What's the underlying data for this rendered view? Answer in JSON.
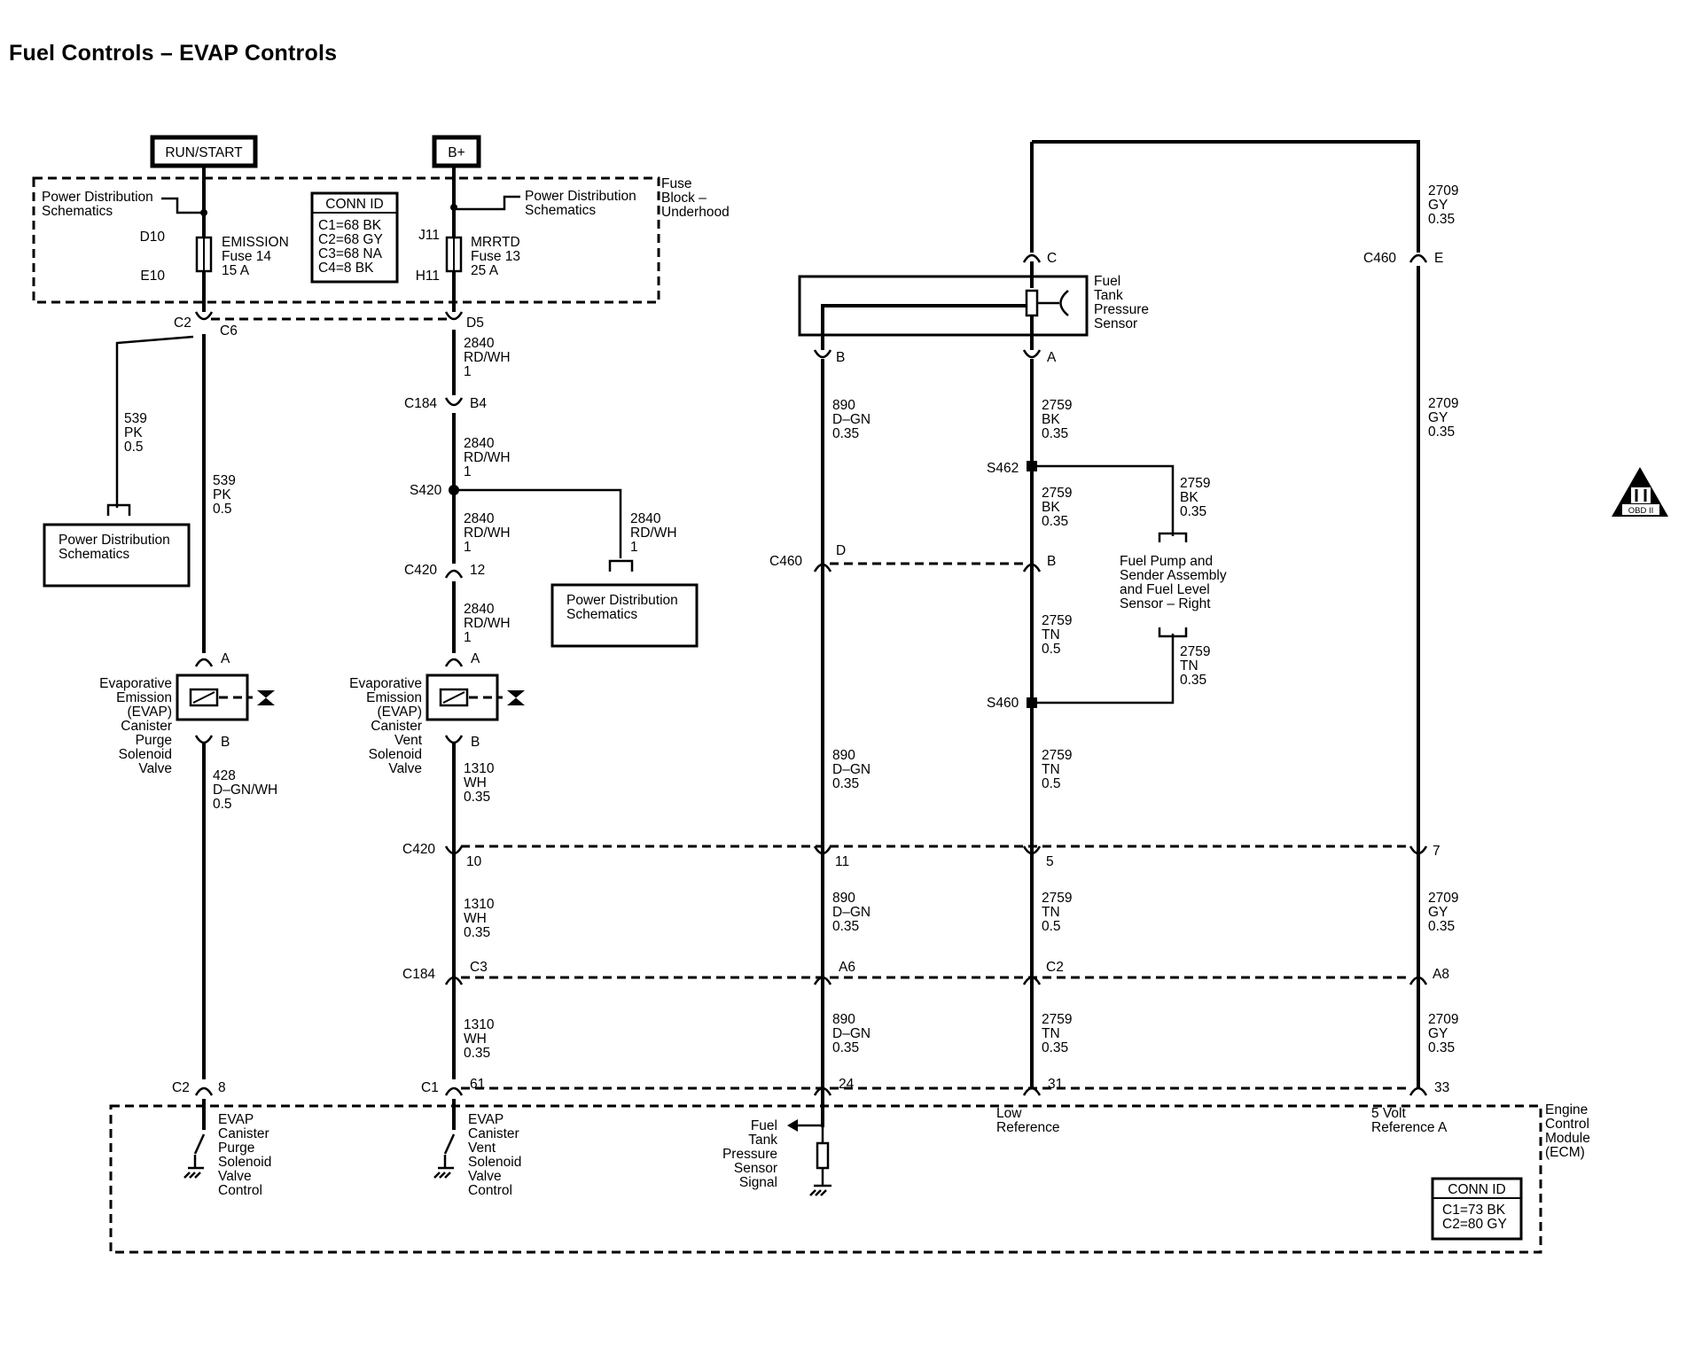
{
  "title": "Fuel Controls – EVAP Controls",
  "power_sources": {
    "run_start": "RUN/START",
    "b_plus": "B+"
  },
  "fuse_block": {
    "label": [
      "Fuse",
      "Block –",
      "Underhood"
    ],
    "pds_left": [
      "Power Distribution",
      "Schematics"
    ],
    "pds_right": [
      "Power Distribution",
      "Schematics"
    ],
    "fuse14": {
      "top_pin": "D10",
      "bottom_pin": "E10",
      "label": [
        "EMISSION",
        "Fuse 14",
        "15 A"
      ]
    },
    "fuse13": {
      "top_pin": "J11",
      "bottom_pin": "H11",
      "label": [
        "MRRTD",
        "Fuse 13",
        "25 A"
      ]
    },
    "conn_id": {
      "title": "CONN ID",
      "lines": [
        "C1=68 BK",
        "C2=68 GY",
        "C3=68 NA",
        "C4=8 BK"
      ]
    }
  },
  "connectors": {
    "c2": "C2",
    "c6": "C6",
    "d5": "D5",
    "c184": "C184",
    "b4": "B4",
    "s420": "S420",
    "c420": "C420",
    "pin12": "12",
    "pin_a": "A",
    "pin_b": "B",
    "pin10": "10",
    "pin11": "11",
    "pin5": "5",
    "pin7": "7",
    "c3": "C3",
    "a6": "A6",
    "c2_pin": "C2",
    "a8": "A8",
    "c1": "C1",
    "pin8": "8",
    "pin61": "61",
    "pin24": "24",
    "pin31": "31",
    "pin33": "33",
    "c460": "C460",
    "pin_c": "C",
    "pin_d": "D",
    "pin_e": "E",
    "s462": "S462",
    "s460": "S460"
  },
  "wires": {
    "w539_a": [
      "539",
      "PK",
      "0.5"
    ],
    "w539_b": [
      "539",
      "PK",
      "0.5"
    ],
    "w2840_a": [
      "2840",
      "RD/WH",
      "1"
    ],
    "w2840_b": [
      "2840",
      "RD/WH",
      "1"
    ],
    "w2840_c": [
      "2840",
      "RD/WH",
      "1"
    ],
    "w2840_d": [
      "2840",
      "RD/WH",
      "1"
    ],
    "w2840_e": [
      "2840",
      "RD/WH",
      "1"
    ],
    "w428": [
      "428",
      "D–GN/WH",
      "0.5"
    ],
    "w1310_a": [
      "1310",
      "WH",
      "0.35"
    ],
    "w1310_b": [
      "1310",
      "WH",
      "0.35"
    ],
    "w1310_c": [
      "1310",
      "WH",
      "0.35"
    ],
    "w890_a": [
      "890",
      "D–GN",
      "0.35"
    ],
    "w890_b": [
      "890",
      "D–GN",
      "0.35"
    ],
    "w890_c": [
      "890",
      "D–GN",
      "0.35"
    ],
    "w890_d": [
      "890",
      "D–GN",
      "0.35"
    ],
    "w2759_a": [
      "2759",
      "BK",
      "0.35"
    ],
    "w2759_b": [
      "2759",
      "BK",
      "0.35"
    ],
    "w2759_c": [
      "2759",
      "BK",
      "0.35"
    ],
    "w2759_d": [
      "2759",
      "TN",
      "0.5"
    ],
    "w2759_e": [
      "2759",
      "TN",
      "0.35"
    ],
    "w2759_f": [
      "2759",
      "TN",
      "0.5"
    ],
    "w2759_g": [
      "2759",
      "TN",
      "0.5"
    ],
    "w2759_h": [
      "2759",
      "TN",
      "0.35"
    ],
    "w2709_a": [
      "2709",
      "GY",
      "0.35"
    ],
    "w2709_b": [
      "2709",
      "GY",
      "0.35"
    ],
    "w2709_c": [
      "2709",
      "GY",
      "0.35"
    ],
    "w2709_d": [
      "2709",
      "GY",
      "0.35"
    ]
  },
  "components": {
    "pds_box_1": [
      "Power Distribution",
      "Schematics"
    ],
    "pds_box_2": [
      "Power Distribution",
      "Schematics"
    ],
    "purge_valve": [
      "Evaporative",
      "Emission",
      "(EVAP)",
      "Canister",
      "Purge",
      "Solenoid",
      "Valve"
    ],
    "vent_valve": [
      "Evaporative",
      "Emission",
      "(EVAP)",
      "Canister",
      "Vent",
      "Solenoid",
      "Valve"
    ],
    "ftp_sensor": [
      "Fuel",
      "Tank",
      "Pressure",
      "Sensor"
    ],
    "fuel_pump": [
      "Fuel Pump and",
      "Sender Assembly",
      "and Fuel Level",
      "Sensor – Right"
    ]
  },
  "ecm": {
    "label": [
      "Engine",
      "Control",
      "Module",
      "(ECM)"
    ],
    "purge_ctrl": [
      "EVAP",
      "Canister",
      "Purge",
      "Solenoid",
      "Valve",
      "Control"
    ],
    "vent_ctrl": [
      "EVAP",
      "Canister",
      "Vent",
      "Solenoid",
      "Valve",
      "Control"
    ],
    "ftp_signal": [
      "Fuel",
      "Tank",
      "Pressure",
      "Sensor",
      "Signal"
    ],
    "low_ref": [
      "Low",
      "Reference"
    ],
    "five_volt": [
      "5 Volt",
      "Reference A"
    ],
    "conn_id": {
      "title": "CONN ID",
      "lines": [
        "C1=73 BK",
        "C2=80 GY"
      ]
    }
  },
  "obd_badge": "OBD II"
}
